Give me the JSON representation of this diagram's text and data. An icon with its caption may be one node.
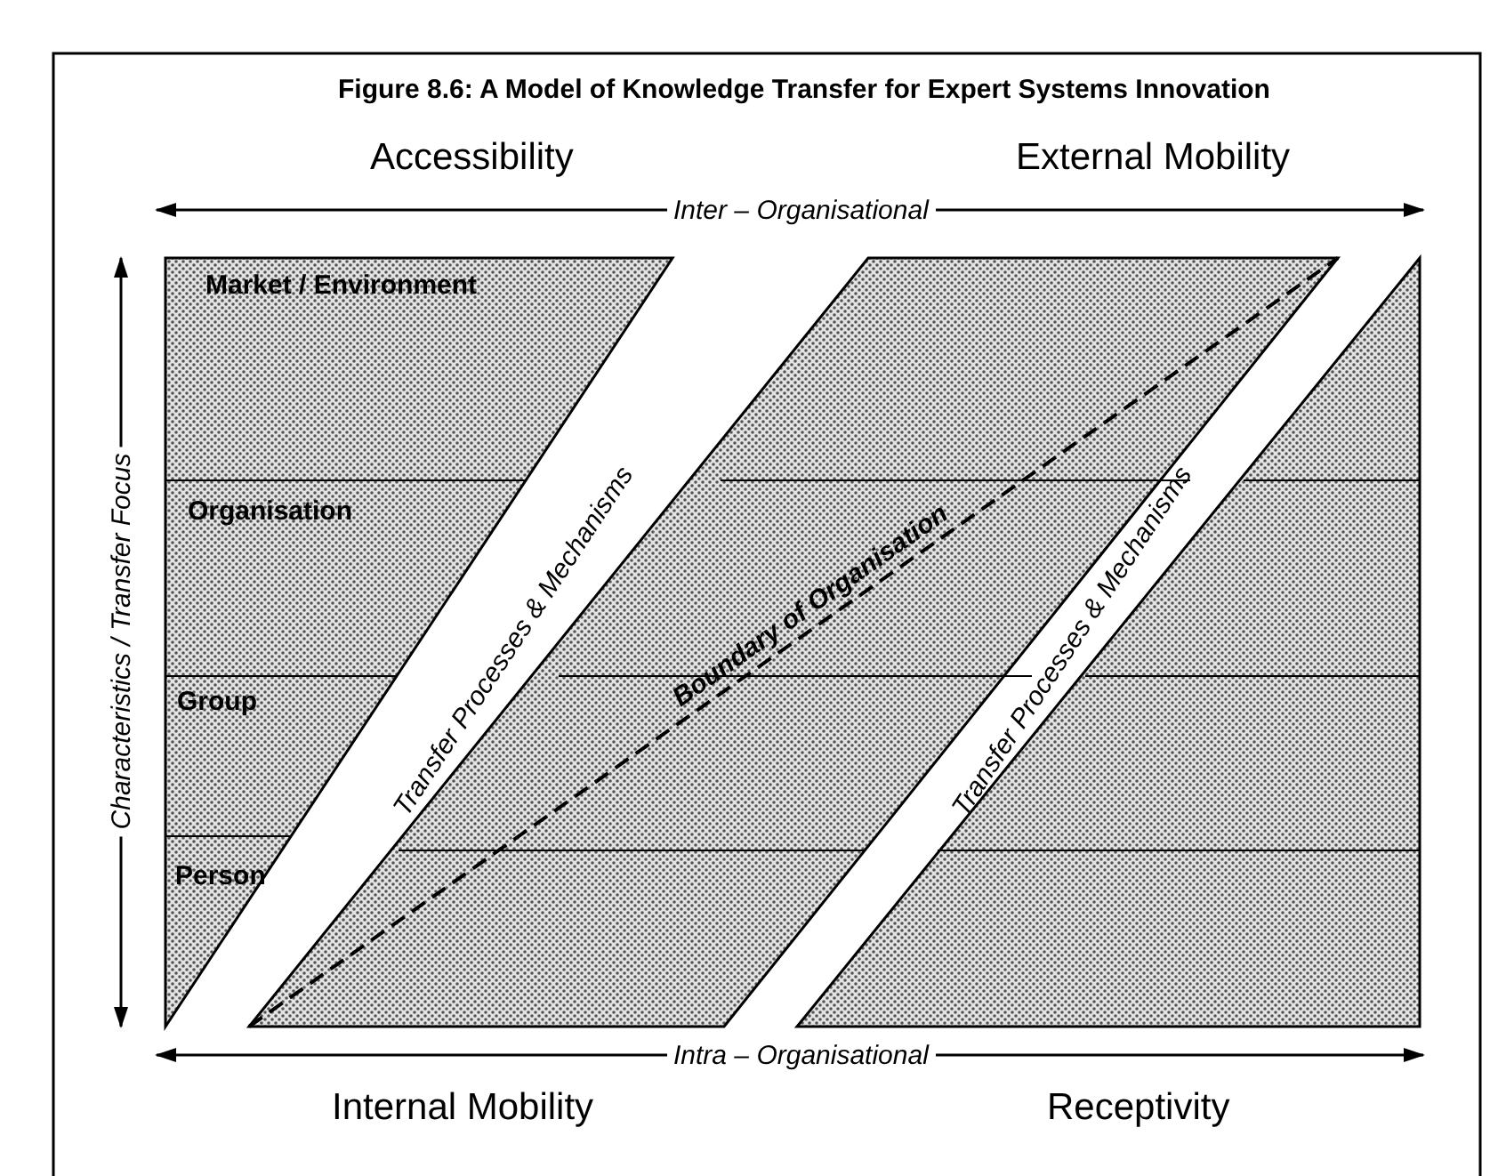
{
  "diagram": {
    "title": "Figure 8.6: A Model of Knowledge Transfer for Expert Systems Innovation",
    "labels": [
      "Accessibility",
      "External Mobility",
      "Inter – Organisational",
      "Characteristics / Transfer Focus",
      "Market / Environment",
      "Organisation",
      "Transfer Processes & Mechanisms",
      "Boundary of Organisation",
      "Group",
      "Transfer Processes & Mechanisms",
      "Person",
      "Intra – Organisational",
      "Internal Mobility",
      "Receptivity"
    ]
  }
}
